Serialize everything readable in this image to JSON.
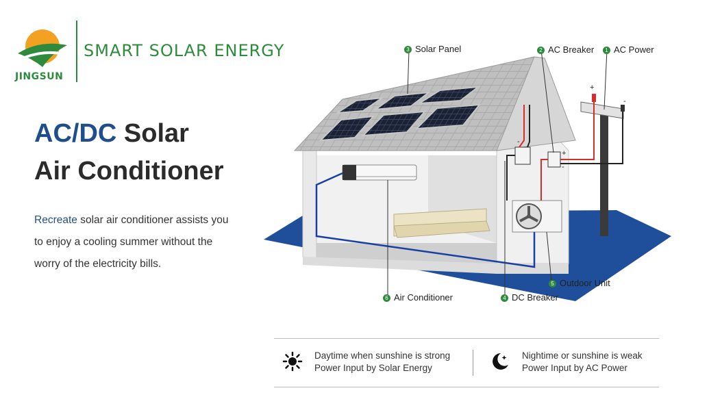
{
  "brand": {
    "logo_text": "JINGSUN",
    "company_name": "SMART SOLAR ENERGY",
    "colors": {
      "green": "#2e8b3d",
      "orange": "#f3a122",
      "blue": "#1f4e8c"
    }
  },
  "headline": {
    "accent": "AC/DC",
    "line1_rest": "Solar",
    "line2": "Air Conditioner"
  },
  "description": {
    "accent": "Recreate",
    "rest": "solar air conditioner assists you to enjoy a cooling summer without the worry of the electricity bills."
  },
  "diagram": {
    "components": [
      {
        "number": "1",
        "label": "AC Power"
      },
      {
        "number": "2",
        "label": "AC Breaker"
      },
      {
        "number": "3",
        "label": "Solar Panel"
      },
      {
        "number": "4",
        "label": "DC Breaker"
      },
      {
        "number": "5",
        "label": "Outdoor Unit"
      },
      {
        "number": "6",
        "label": "Air Conditioner"
      }
    ],
    "polarity": {
      "plus": "+",
      "minus": "-"
    }
  },
  "legend": {
    "day": {
      "icon": "sun-icon",
      "line1": "Daytime when sunshine is strong",
      "line2": "Power Input by Solar Energy"
    },
    "night": {
      "icon": "moon-icon",
      "line1": "Nightime or sunshine is weak",
      "line2": "Power Input by AC Power"
    }
  }
}
